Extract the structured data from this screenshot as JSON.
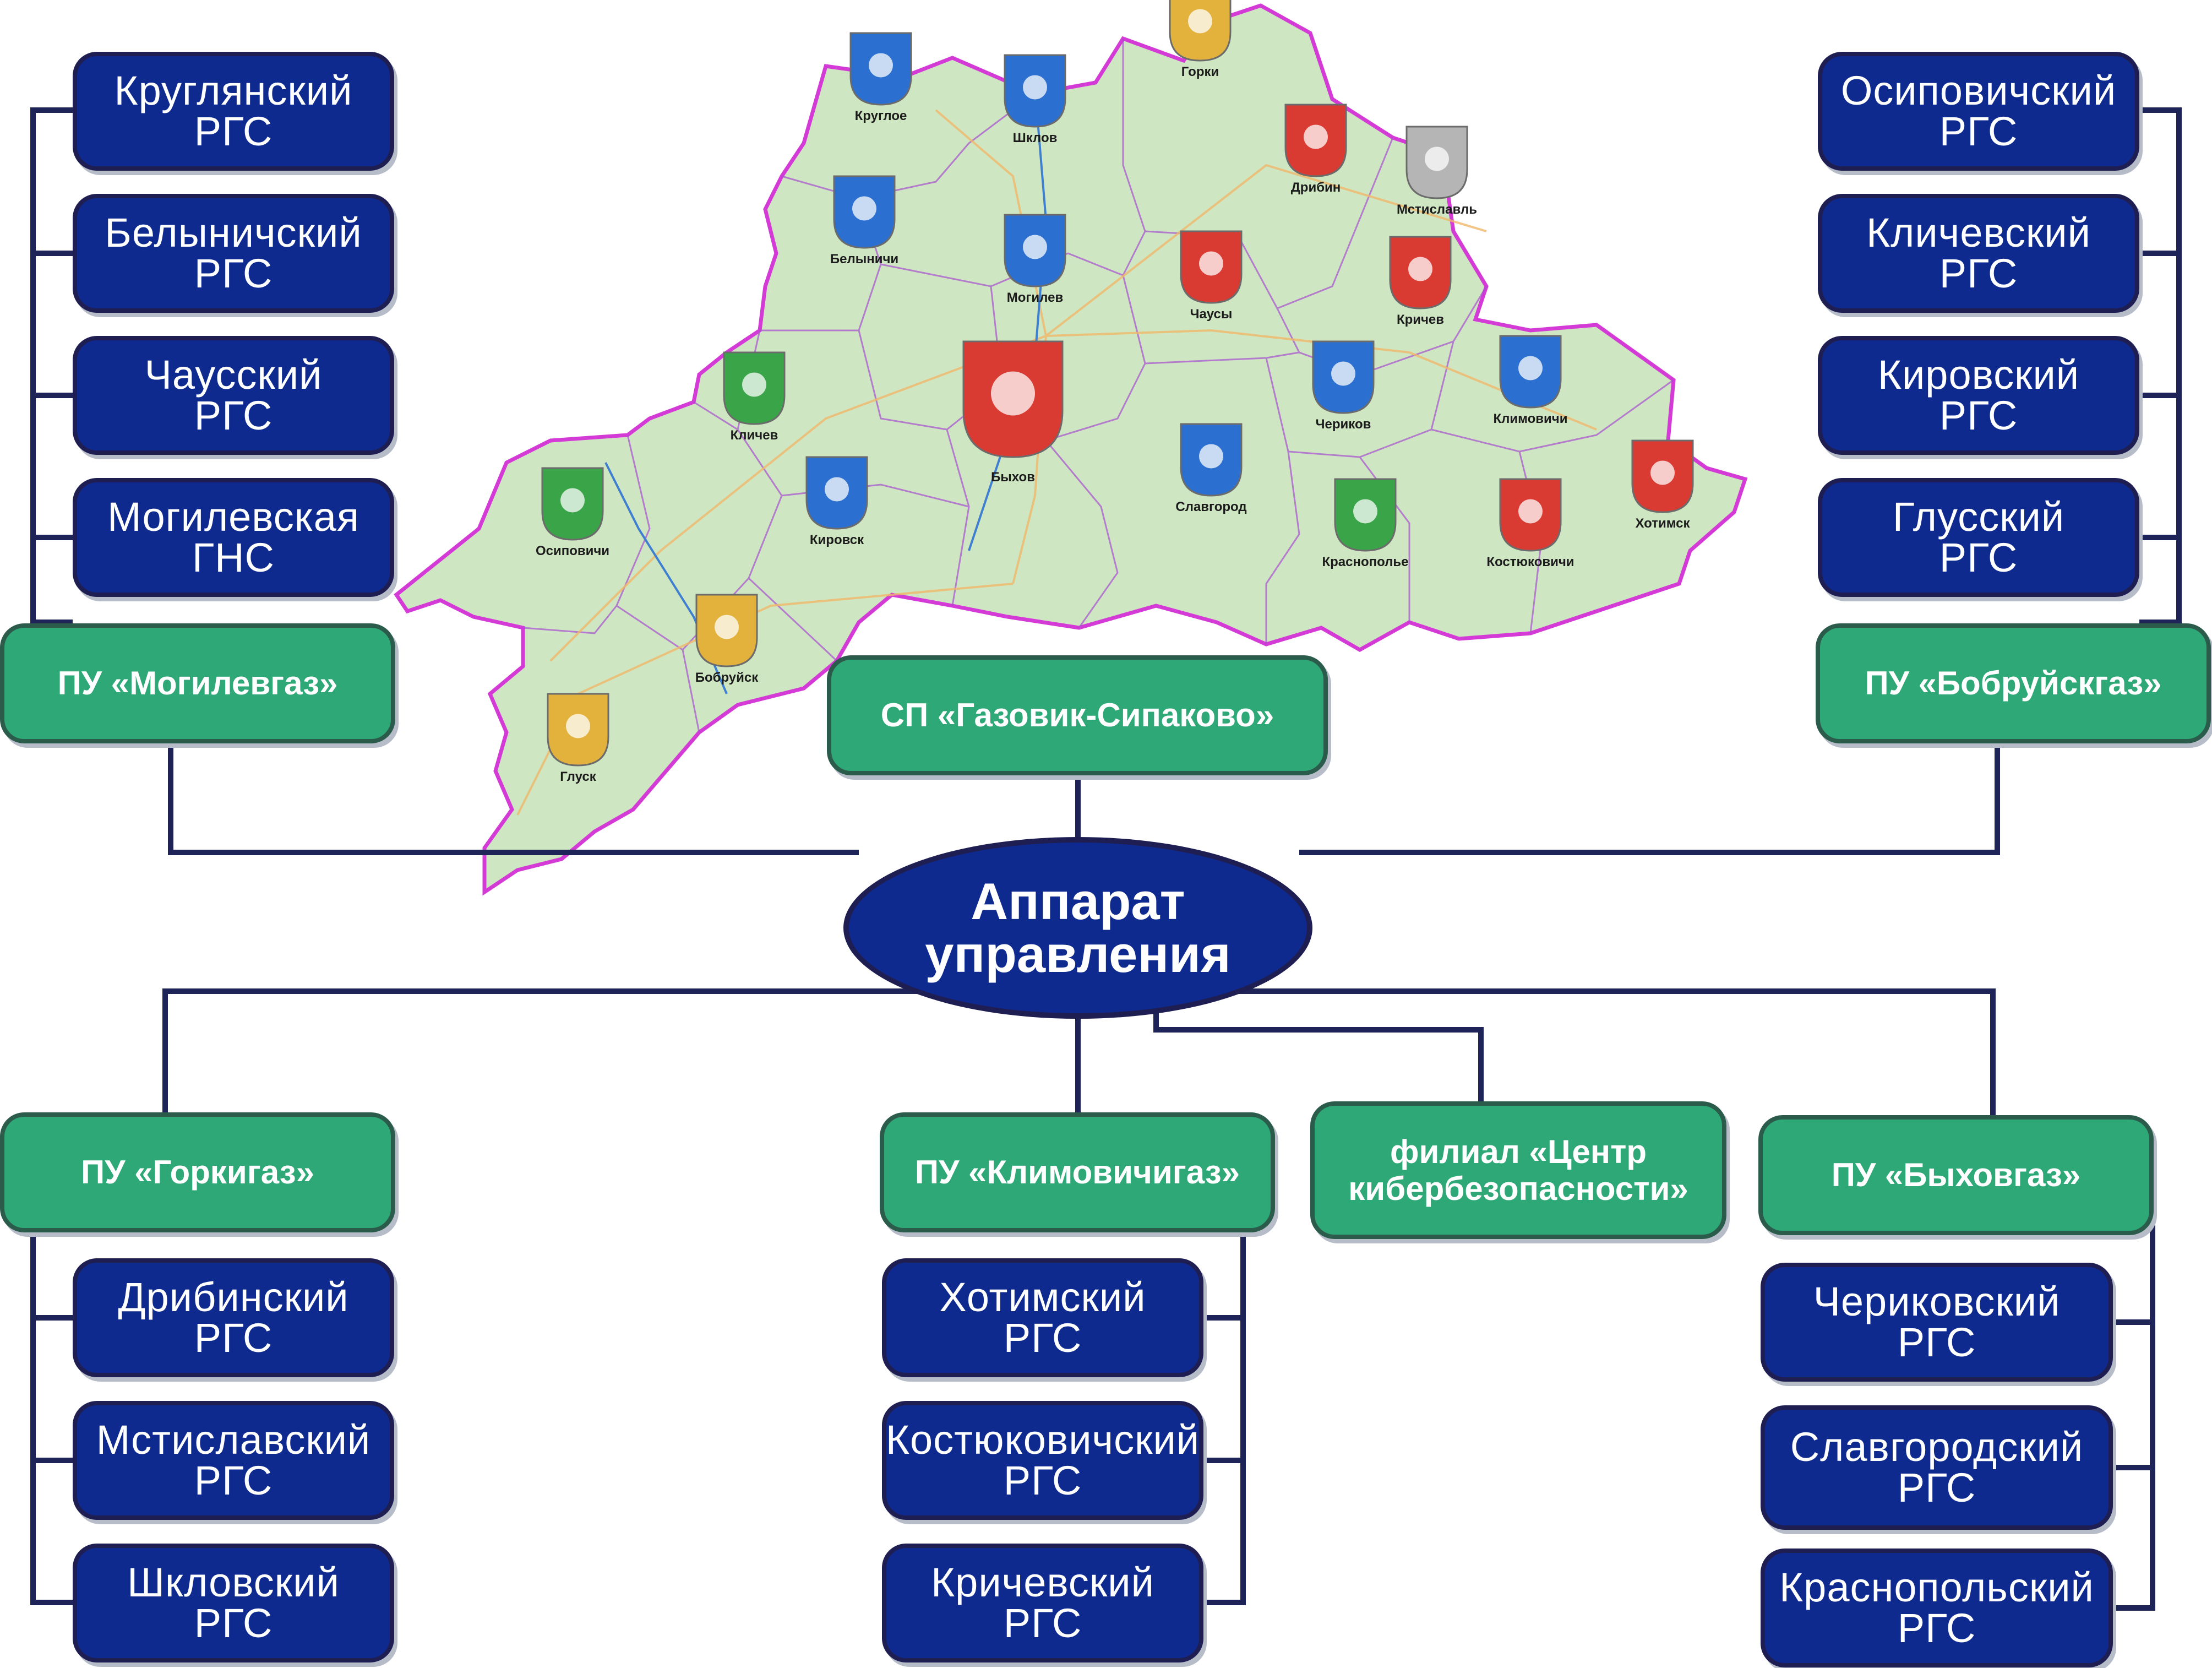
{
  "colors": {
    "blue_box": "#0f2a8f",
    "green_box": "#2ea877",
    "connector": "#1e2458",
    "map_land": "#cfe6c2",
    "map_border": "#d43ad6"
  },
  "root": {
    "line1": "Аппарат",
    "line2": "управления"
  },
  "top_center": {
    "name": "СП «Газовик-Сипаково»"
  },
  "left_group": {
    "head": "ПУ «Могилевгаз»",
    "items": [
      {
        "l1": "Круглянский",
        "l2": "РГС"
      },
      {
        "l1": "Белыничский",
        "l2": "РГС"
      },
      {
        "l1": "Чаусский",
        "l2": "РГС"
      },
      {
        "l1": "Могилевская",
        "l2": "ГНС"
      }
    ]
  },
  "right_group": {
    "head": "ПУ «Бобруйскгаз»",
    "items": [
      {
        "l1": "Осиповичский",
        "l2": "РГС"
      },
      {
        "l1": "Кличевский",
        "l2": "РГС"
      },
      {
        "l1": "Кировский",
        "l2": "РГС"
      },
      {
        "l1": "Глусский",
        "l2": "РГС"
      }
    ]
  },
  "gorki_group": {
    "head": "ПУ «Горкигаз»",
    "items": [
      {
        "l1": "Дрибинский",
        "l2": "РГС"
      },
      {
        "l1": "Мстиславский",
        "l2": "РГС"
      },
      {
        "l1": "Шкловский",
        "l2": "РГС"
      }
    ]
  },
  "klim_group": {
    "head": "ПУ «Климовичигаз»",
    "items": [
      {
        "l1": "Хотимский",
        "l2": "РГС"
      },
      {
        "l1": "Костюковичский",
        "l2": "РГС"
      },
      {
        "l1": "Кричевский",
        "l2": "РГС"
      }
    ]
  },
  "cyber": {
    "line1": "филиал «Центр",
    "line2": "кибербезопасности»"
  },
  "bykhov_group": {
    "head": "ПУ «Быховгаз»",
    "items": [
      {
        "l1": "Чериковский",
        "l2": "РГС"
      },
      {
        "l1": "Славгородский",
        "l2": "РГС"
      },
      {
        "l1": "Краснопольский",
        "l2": "РГС"
      }
    ]
  },
  "map_labels": [
    {
      "name": "Круглое",
      "icon": "kruglae-coat-of-arms-icon"
    },
    {
      "name": "Шклов",
      "icon": "shklov-coat-of-arms-icon"
    },
    {
      "name": "Горки",
      "icon": "gorki-coat-of-arms-icon"
    },
    {
      "name": "Дрибин",
      "icon": "dribin-coat-of-arms-icon"
    },
    {
      "name": "Мстиславль",
      "icon": "mstislavl-coat-of-arms-icon"
    },
    {
      "name": "Белыничи",
      "icon": "belynichi-coat-of-arms-icon"
    },
    {
      "name": "Могилев",
      "icon": "mogilev-coat-of-arms-icon"
    },
    {
      "name": "Чаусы",
      "icon": "chausy-coat-of-arms-icon"
    },
    {
      "name": "Кричев",
      "icon": "krichev-coat-of-arms-icon"
    },
    {
      "name": "Кличев",
      "icon": "klichev-coat-of-arms-icon"
    },
    {
      "name": "Чериков",
      "icon": "cherikov-coat-of-arms-icon"
    },
    {
      "name": "Климовичи",
      "icon": "klimovichi-coat-of-arms-icon"
    },
    {
      "name": "Осиповичи",
      "icon": "osipovichi-coat-of-arms-icon"
    },
    {
      "name": "Кировск",
      "icon": "kirovsk-coat-of-arms-icon"
    },
    {
      "name": "Быхов",
      "icon": "bykhov-coat-of-arms-icon"
    },
    {
      "name": "Славгород",
      "icon": "slavgorod-coat-of-arms-icon"
    },
    {
      "name": "Хотимск",
      "icon": "khotimsk-coat-of-arms-icon"
    },
    {
      "name": "Краснополье",
      "icon": "krasnopolye-coat-of-arms-icon"
    },
    {
      "name": "Костюковичи",
      "icon": "kostyukovichi-coat-of-arms-icon"
    },
    {
      "name": "Бобруйск",
      "icon": "bobruisk-coat-of-arms-icon"
    },
    {
      "name": "Глуск",
      "icon": "glusk-coat-of-arms-icon"
    }
  ]
}
